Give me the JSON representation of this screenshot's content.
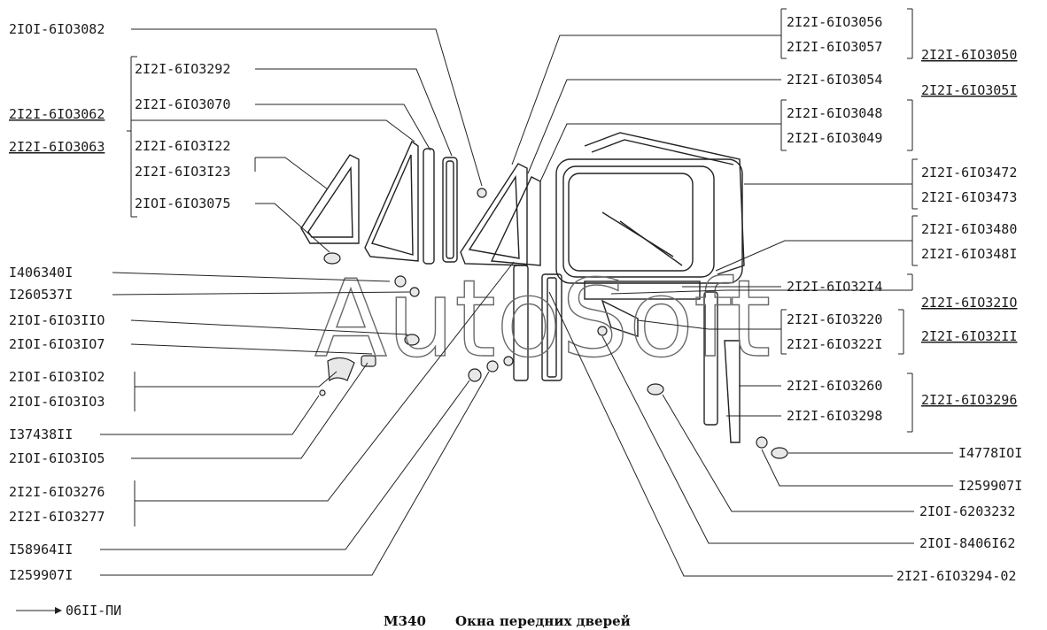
{
  "caption": {
    "code": "M340",
    "title": "Окна передних дверей"
  },
  "footer_ref": "06II-ПИ",
  "watermark": "AutoSoft",
  "labels": {
    "l_2101_6103082": "2IOI-6IO3082",
    "l_2121_6103292": "2I2I-6IO3292",
    "l_2121_6103062": "2I2I-6IO3062",
    "l_2121_6103063": "2I2I-6IO3063",
    "l_2121_6103070": "2I2I-6IO3070",
    "l_2121_6103122": "2I2I-6IO3I22",
    "l_2121_6103123": "2I2I-6IO3I23",
    "l_2101_6103075": "2IOI-6IO3075",
    "l_1406340": "I406340I",
    "l_1260537": "I260537I",
    "l_2101_6103110": "2IOI-6IO3IIO",
    "l_2101_6103107": "2IOI-6IO3IO7",
    "l_2101_6103102": "2IOI-6IO3IO2",
    "l_2101_6103103": "2IOI-6IO3IO3",
    "l_1374381": "I37438II",
    "l_2101_6103105": "2IOI-6IO3IO5",
    "l_2121_6103276": "2I2I-6IO3276",
    "l_2121_6103277": "2I2I-6IO3277",
    "l_1589641": "I58964II",
    "l_1259907_left": "I259907I",
    "l_2121_6103056": "2I2I-6IO3056",
    "l_2121_6103057": "2I2I-6IO3057",
    "l_2121_6103050": "2I2I-6IO3050",
    "l_2121_6103051": "2I2I-6IO305I",
    "l_2121_6103054": "2I2I-6IO3054",
    "l_2121_6103048": "2I2I-6IO3048",
    "l_2121_6103049": "2I2I-6IO3049",
    "l_2121_6103472": "2I2I-6IO3472",
    "l_2121_6103473": "2I2I-6IO3473",
    "l_2121_6103480": "2I2I-6IO3480",
    "l_2121_6103481": "2I2I-6IO348I",
    "l_2121_6103214": "2I2I-6IO32I4",
    "l_2121_6103210": "2I2I-6IO32IO",
    "l_2121_6103220": "2I2I-6IO3220",
    "l_2121_6103221": "2I2I-6IO322I",
    "l_2121_6103211": "2I2I-6IO32II",
    "l_2121_6103260": "2I2I-6IO3260",
    "l_2121_6103296": "2I2I-6IO3296",
    "l_2121_6103298": "2I2I-6IO3298",
    "l_1477810": "I4778IOI",
    "l_1259907_right": "I259907I",
    "l_2101_6203232": "2IOI-6203232",
    "l_2101_8406162": "2IOI-8406I62",
    "l_2121_6103294": "2I2I-6IO3294-02"
  }
}
